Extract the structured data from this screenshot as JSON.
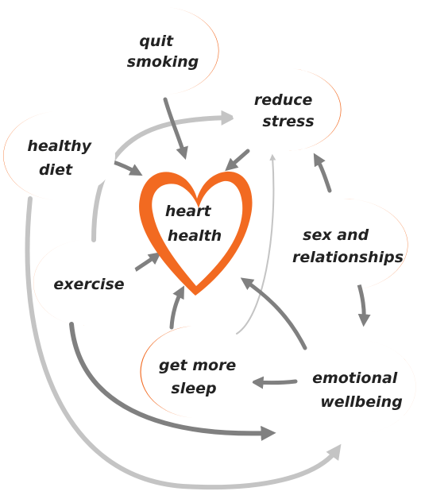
{
  "colors": {
    "accent": "#F26A21",
    "arrow_dark": "#808080",
    "arrow_light": "#C4C4C4",
    "text": "#222222"
  },
  "nodes": {
    "heart_health": {
      "line1": "heart",
      "line2": "health",
      "icon": "heart-icon"
    },
    "quit_smoking": {
      "line1": "quit",
      "line2": "smoking"
    },
    "reduce_stress": {
      "line1": "reduce",
      "line2": "stress"
    },
    "healthy_diet": {
      "line1": "healthy",
      "line2": "diet"
    },
    "exercise": {
      "line1": "exercise"
    },
    "sex_relationships": {
      "line1": "sex and",
      "line2": "relationships"
    },
    "get_more_sleep": {
      "line1": "get more",
      "line2": "sleep"
    },
    "emotional_wellbeing": {
      "line1": "emotional",
      "line2": "wellbeing"
    }
  },
  "links": [
    {
      "from": "quit smoking",
      "to": "heart health"
    },
    {
      "from": "healthy diet",
      "to": "heart health"
    },
    {
      "from": "exercise",
      "to": "heart health"
    },
    {
      "from": "reduce stress",
      "to": "heart health"
    },
    {
      "from": "get more sleep",
      "to": "heart health"
    },
    {
      "from": "emotional wellbeing",
      "to": "heart health"
    },
    {
      "from": "sex and relationships",
      "to": "reduce stress"
    },
    {
      "from": "sex and relationships",
      "to": "emotional wellbeing"
    },
    {
      "from": "emotional wellbeing",
      "to": "get more sleep"
    },
    {
      "from": "exercise",
      "to": "reduce stress"
    },
    {
      "from": "get more sleep",
      "to": "reduce stress"
    },
    {
      "from": "exercise",
      "to": "emotional wellbeing"
    },
    {
      "from": "healthy diet",
      "to": "emotional wellbeing"
    }
  ]
}
